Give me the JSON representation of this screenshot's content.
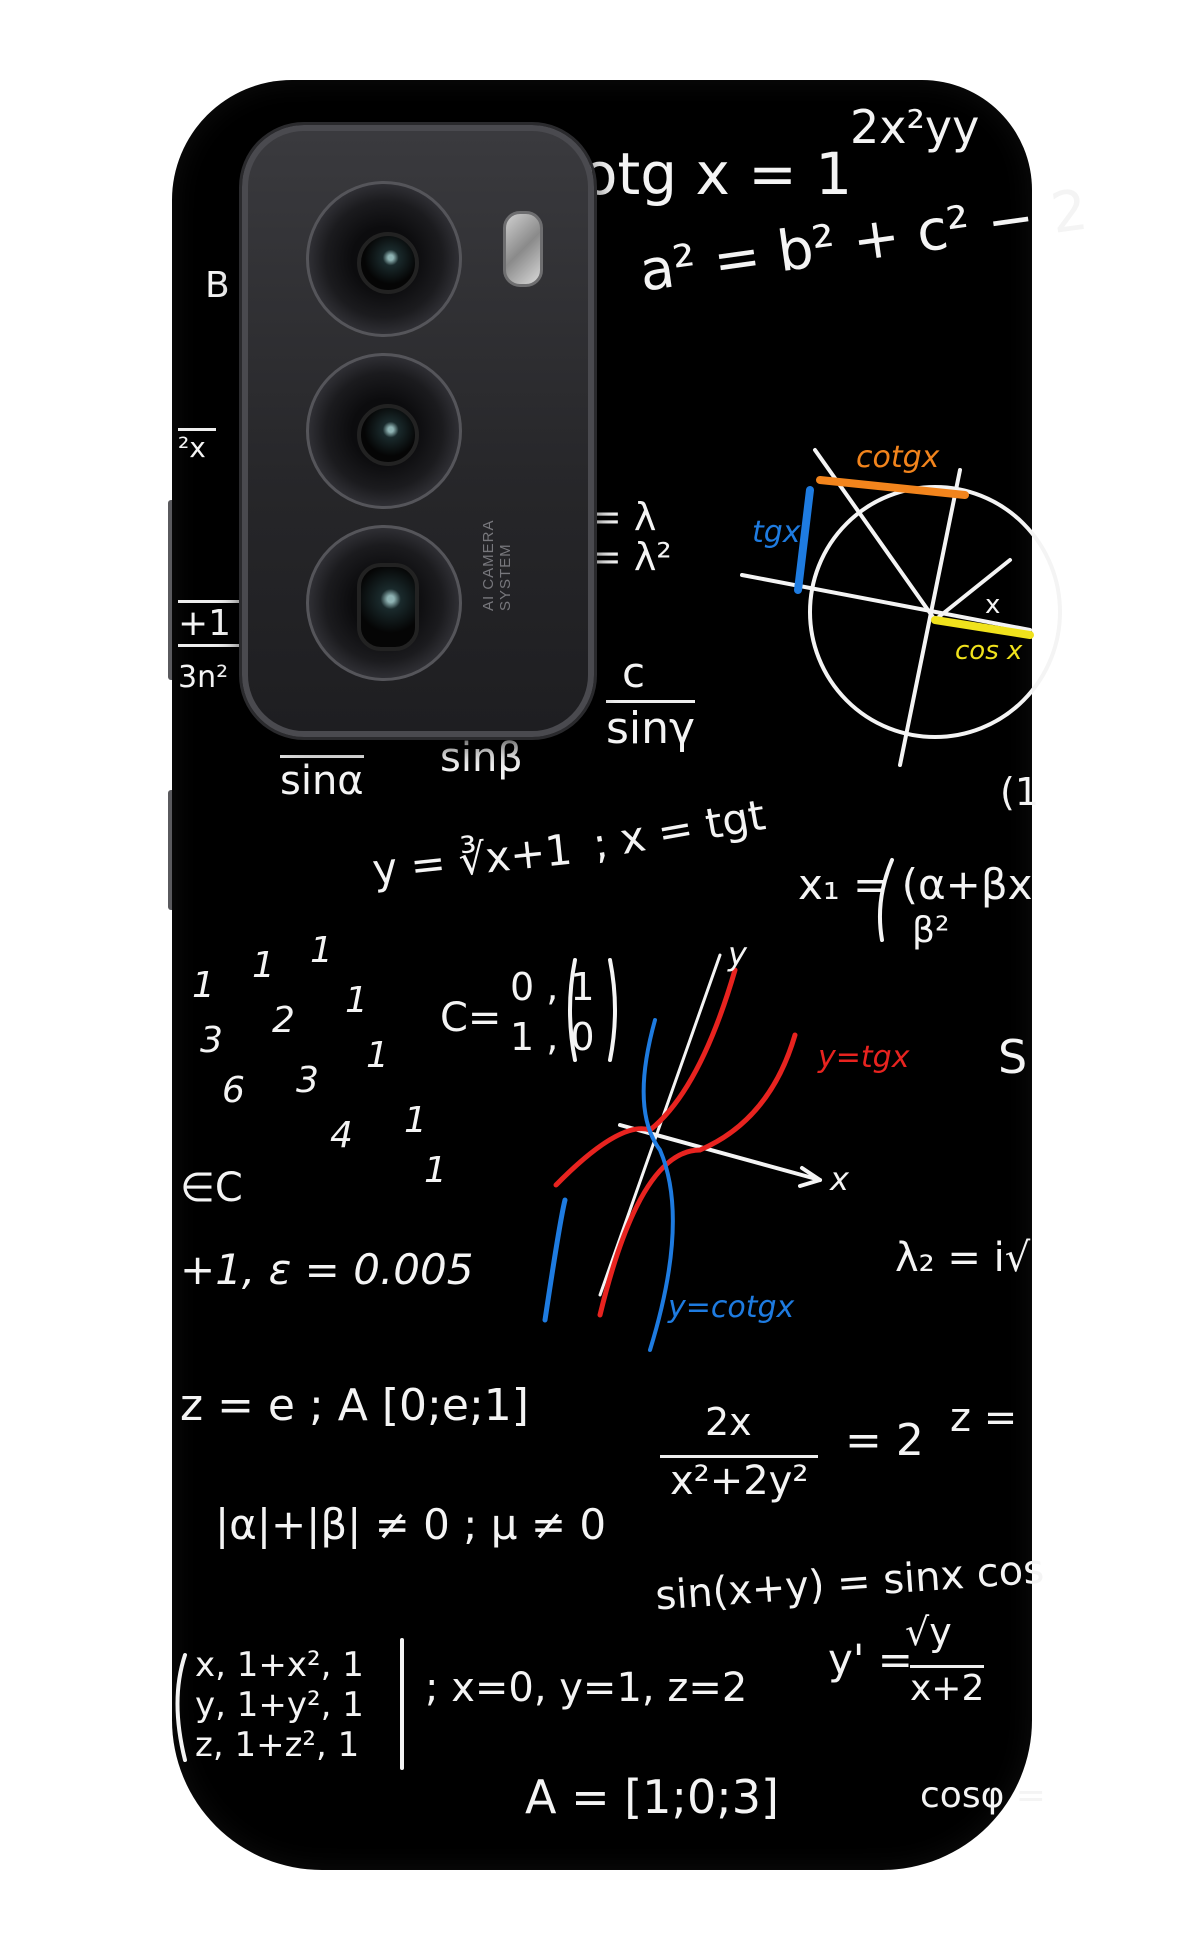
{
  "product": {
    "type": "phone back case",
    "background_color": "#000000",
    "camera_module": {
      "label": "AI CAMERA SYSTEM",
      "lenses": 3,
      "flash": true
    }
  },
  "formulas": {
    "cotg_eq": "otg x = 1",
    "poly": "2x²yy",
    "cosine_law": "a² = b² + c² − 2",
    "B": "B",
    "frac_left": "²x",
    "lambda1": "= λ",
    "lambda2": "= λ²",
    "frac_n": "+1",
    "frac_d": "3n²",
    "c_over_sin": "c",
    "sin_gamma": "sinγ",
    "sin_alpha": "sinα",
    "sin_beta": "sinβ",
    "cube_root": "y = ∛x+1",
    "x_tgt": "; x = tgt",
    "x1": "x₁ = (α+βx",
    "beta_sq": "β²",
    "matrix_c": "C = (0,1 / 1,0)",
    "matrix_r1": "0 , 1",
    "matrix_r2": "1 , 0",
    "c_label": "C=",
    "in_c": "∈C",
    "epsilon": "+1, ε = 0.005",
    "lambda2_eq": "λ₂ = i√",
    "z_eq": "z = e ; A [0;e;1]",
    "frac_2x": "2x",
    "frac_den": "x²+2y²",
    "eq2": "= 2",
    "z_right": "z =",
    "abs_ineq": "|α|+|β| ≠ 0 ; μ ≠ 0",
    "sin_sum": "sin(x+y) = sinx cos",
    "y_prime_l": "y' =",
    "y_prime_num": "√y",
    "y_prime_den": "x+2",
    "det_row1": "x, 1+x², 1",
    "det_row2": "y, 1+y², 1",
    "det_row3": "z, 1+z², 1",
    "xyz": "; x=0, y=1, z=2",
    "a_vec": "A = [1;0;3]",
    "cos_phi": "cosφ =",
    "s_right": "S",
    "one_right": "(1"
  },
  "numbers_scatter": [
    "1",
    "1",
    "1",
    "3",
    "2",
    "1",
    "6",
    "3",
    "1",
    "4",
    "1",
    "1"
  ],
  "circle_diagram": {
    "labels": {
      "cotgx": "cotgx",
      "tgx": "tgx",
      "cosx": "cos x",
      "x": "x"
    },
    "colors": {
      "cotgx": "#f2841c",
      "tgx": "#1e7be0",
      "cosx": "#f0e21c"
    }
  },
  "graph": {
    "labels": {
      "y_axis": "y",
      "x_axis": "x",
      "tg": "y=tgx",
      "cotg": "y=cotgx"
    },
    "colors": {
      "tg": "#e8231f",
      "cotg": "#1e7be0"
    }
  }
}
